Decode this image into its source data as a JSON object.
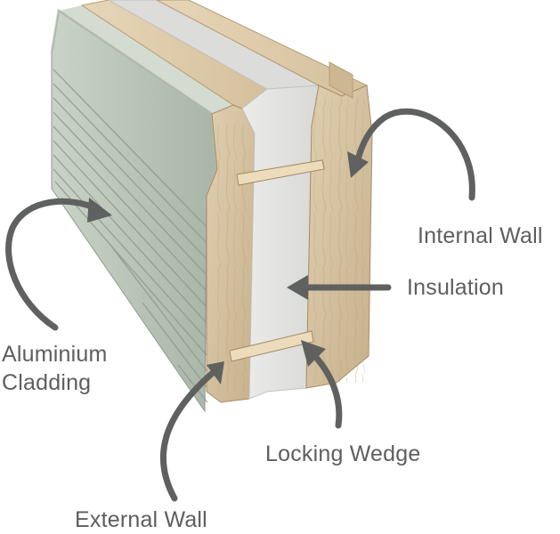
{
  "labels": {
    "internal_wall": "Internal Wall",
    "insulation": "Insulation",
    "aluminium_cladding_line1": "Aluminium",
    "aluminium_cladding_line2": "Cladding",
    "locking_wedge": "Locking Wedge",
    "external_wall": "External Wall"
  },
  "colors": {
    "cladding": "#b9c4b6",
    "cladding_dark": "#94a094",
    "timber": "#d9c5a3",
    "timber_dark": "#b79c74",
    "insulation": "#e4e4e2",
    "arrow": "#5f6160",
    "label_text": "#5e5e5e"
  }
}
